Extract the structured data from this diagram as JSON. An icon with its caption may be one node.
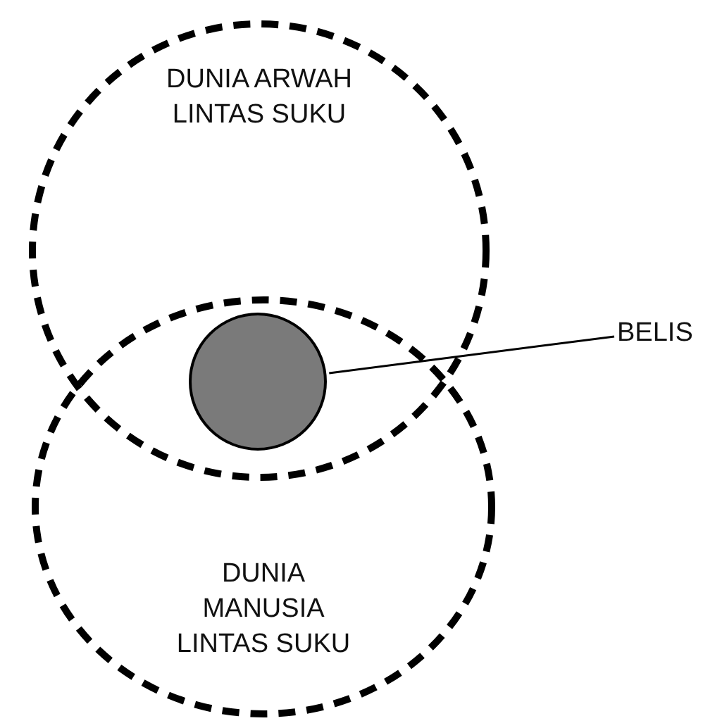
{
  "diagram": {
    "nodes": [
      {
        "text": [
          "DUNIA ARWAH LINTAS SUKU"
        ]
      },
      {
        "text": [
          "DUNIA MANUSIA LINTAS SUKU"
        ]
      },
      {
        "text": [],
        "shape": "circle"
      },
      {
        "text": [
          "BELIS"
        ]
      }
    ],
    "edges": [
      {
        "from": 3,
        "to": 2,
        "arrow": "none"
      }
    ]
  }
}
